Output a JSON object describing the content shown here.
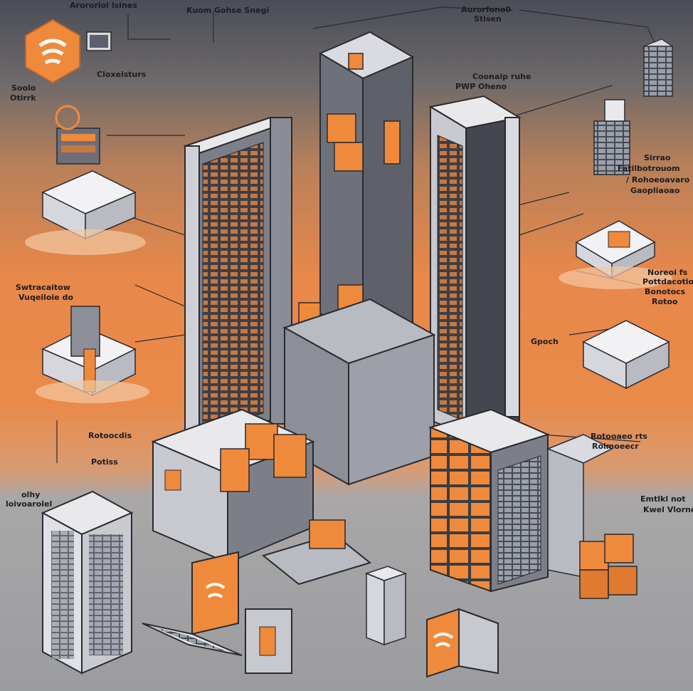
{
  "labels": {
    "top_left": "Arororloi lsines",
    "top_center": "Kuom Gohse Snegi",
    "top_right_1": "Aurorfono0",
    "top_right_2": "Stisen",
    "cloud_left": "Cloxeisturs",
    "left_1": "Soolo",
    "left_2": "Otirrk",
    "center_right_1": "Coonaip ruhe",
    "center_right_2": "PWP Oheno",
    "right_1": "Sirrao",
    "right_2": "Fatilbotrouom",
    "right_3": "/ Rohoeoavaro",
    "right_4": "Gaopliaoao",
    "left_mid_1": "Swtracaitow",
    "left_mid_2": "Vuqeiloie do",
    "right_mid_1": "Noreoi fs",
    "right_mid_2": "Pottdacotion",
    "right_mid_3": "Bonotocs",
    "right_mid_4": "Rotoo",
    "right_gpu": "Gpoch",
    "left_low_1": "Rotoocdis",
    "right_low_1": "Rotooaeo rts",
    "right_low_2": "Rolmoeecr",
    "left_bottom_1": "Potiss",
    "left_bottom_2": "olhy",
    "left_bottom_3": "loivoarolel",
    "right_bottom_1": "Emtlkl not",
    "right_bottom_2": "Kwel Vlorno"
  },
  "colors": {
    "accent": "#ef8a3c",
    "rack_grey": "#7c7f88",
    "outline": "#2a2b30",
    "panel_light": "#e9e9ec"
  },
  "icons": {
    "logo": "wifi-stack-icon",
    "laptop": "laptop-icon",
    "server": "server-rack-icon"
  }
}
